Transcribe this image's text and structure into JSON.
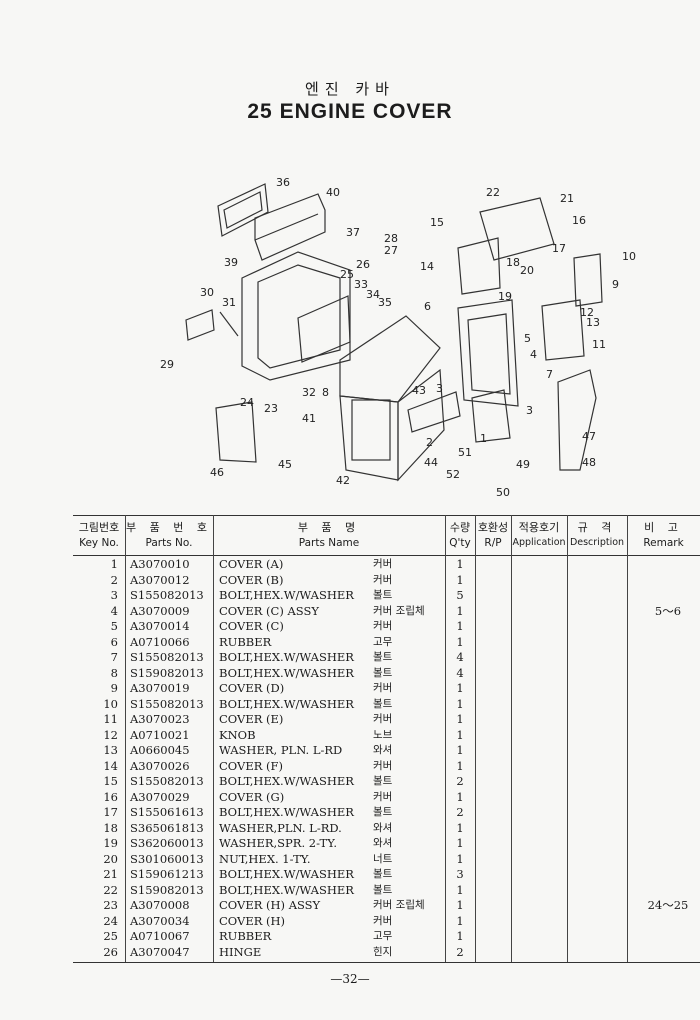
{
  "title_kr": "엔진 카바",
  "title_en": "25 ENGINE COVER",
  "diagram_labels": [
    "1",
    "2",
    "3",
    "3",
    "4",
    "5",
    "6",
    "7",
    "8",
    "9",
    "10",
    "11",
    "12",
    "13",
    "14",
    "15",
    "16",
    "17",
    "18",
    "19",
    "20",
    "21",
    "22",
    "23",
    "24",
    "25",
    "26",
    "27",
    "28",
    "29",
    "30",
    "31",
    "32",
    "33",
    "34",
    "35",
    "36",
    "37",
    "39",
    "40",
    "41",
    "42",
    "43",
    "44",
    "45",
    "46",
    "47",
    "48",
    "49",
    "50",
    "51",
    "52"
  ],
  "header": {
    "key_kr": "그림번호",
    "key_en": "Key No.",
    "part_kr": "부 품 번 호",
    "part_en": "Parts No.",
    "name_kr": "부   품   명",
    "name_en": "Parts   Name",
    "qty_kr": "수량",
    "qty_en": "Q'ty",
    "rp_kr": "호환성",
    "rp_en": "R/P",
    "app_kr": "적용호기",
    "app_en": "Application",
    "desc_kr": "규 격",
    "desc_en": "Description",
    "rem_kr": "비 고",
    "rem_en": "Remark"
  },
  "parts": [
    {
      "key": "1",
      "part": "A3070010",
      "name": "COVER (A)",
      "kr": "커버",
      "qty": "1",
      "remark": ""
    },
    {
      "key": "2",
      "part": "A3070012",
      "name": "COVER (B)",
      "kr": "커버",
      "qty": "1",
      "remark": ""
    },
    {
      "key": "3",
      "part": "S155082013",
      "name": "BOLT,HEX.W/WASHER",
      "kr": "볼트",
      "qty": "5",
      "remark": ""
    },
    {
      "key": "4",
      "part": "A3070009",
      "name": "COVER (C) ASSY",
      "kr": "커버 조립체",
      "qty": "1",
      "remark": "5～6"
    },
    {
      "key": "5",
      "part": "A3070014",
      "name": "COVER (C)",
      "kr": "커버",
      "qty": "1",
      "remark": ""
    },
    {
      "key": "6",
      "part": "A0710066",
      "name": "RUBBER",
      "kr": "고무",
      "qty": "1",
      "remark": ""
    },
    {
      "key": "7",
      "part": "S155082013",
      "name": "BOLT,HEX.W/WASHER",
      "kr": "볼트",
      "qty": "4",
      "remark": ""
    },
    {
      "key": "8",
      "part": "S159082013",
      "name": "BOLT,HEX.W/WASHER",
      "kr": "볼트",
      "qty": "4",
      "remark": ""
    },
    {
      "key": "9",
      "part": "A3070019",
      "name": "COVER (D)",
      "kr": "커버",
      "qty": "1",
      "remark": ""
    },
    {
      "key": "10",
      "part": "S155082013",
      "name": "BOLT,HEX.W/WASHER",
      "kr": "볼트",
      "qty": "1",
      "remark": ""
    },
    {
      "key": "11",
      "part": "A3070023",
      "name": "COVER (E)",
      "kr": "커버",
      "qty": "1",
      "remark": ""
    },
    {
      "key": "12",
      "part": "A0710021",
      "name": "KNOB",
      "kr": "노브",
      "qty": "1",
      "remark": ""
    },
    {
      "key": "13",
      "part": "A0660045",
      "name": "WASHER, PLN. L-RD",
      "kr": "와셔",
      "qty": "1",
      "remark": ""
    },
    {
      "key": "14",
      "part": "A3070026",
      "name": "COVER (F)",
      "kr": "커버",
      "qty": "1",
      "remark": ""
    },
    {
      "key": "15",
      "part": "S155082013",
      "name": "BOLT,HEX.W/WASHER",
      "kr": "볼트",
      "qty": "2",
      "remark": ""
    },
    {
      "key": "16",
      "part": "A3070029",
      "name": "COVER (G)",
      "kr": "커버",
      "qty": "1",
      "remark": ""
    },
    {
      "key": "17",
      "part": "S155061613",
      "name": "BOLT,HEX.W/WASHER",
      "kr": "볼트",
      "qty": "2",
      "remark": ""
    },
    {
      "key": "18",
      "part": "S365061813",
      "name": "WASHER,PLN. L-RD.",
      "kr": "와셔",
      "qty": "1",
      "remark": ""
    },
    {
      "key": "19",
      "part": "S362060013",
      "name": "WASHER,SPR. 2-TY.",
      "kr": "와셔",
      "qty": "1",
      "remark": ""
    },
    {
      "key": "20",
      "part": "S301060013",
      "name": "NUT,HEX. 1-TY.",
      "kr": "너트",
      "qty": "1",
      "remark": ""
    },
    {
      "key": "21",
      "part": "S159061213",
      "name": "BOLT,HEX.W/WASHER",
      "kr": "볼트",
      "qty": "3",
      "remark": ""
    },
    {
      "key": "22",
      "part": "S159082013",
      "name": "BOLT,HEX.W/WASHER",
      "kr": "볼트",
      "qty": "1",
      "remark": ""
    },
    {
      "key": "23",
      "part": "A3070008",
      "name": "COVER (H) ASSY",
      "kr": "커버 조립체",
      "qty": "1",
      "remark": "24～25"
    },
    {
      "key": "24",
      "part": "A3070034",
      "name": "COVER (H)",
      "kr": "커버",
      "qty": "1",
      "remark": ""
    },
    {
      "key": "25",
      "part": "A0710067",
      "name": "RUBBER",
      "kr": "고무",
      "qty": "1",
      "remark": ""
    },
    {
      "key": "26",
      "part": "A3070047",
      "name": "HINGE",
      "kr": "힌지",
      "qty": "2",
      "remark": ""
    }
  ],
  "page_number": "—32—"
}
